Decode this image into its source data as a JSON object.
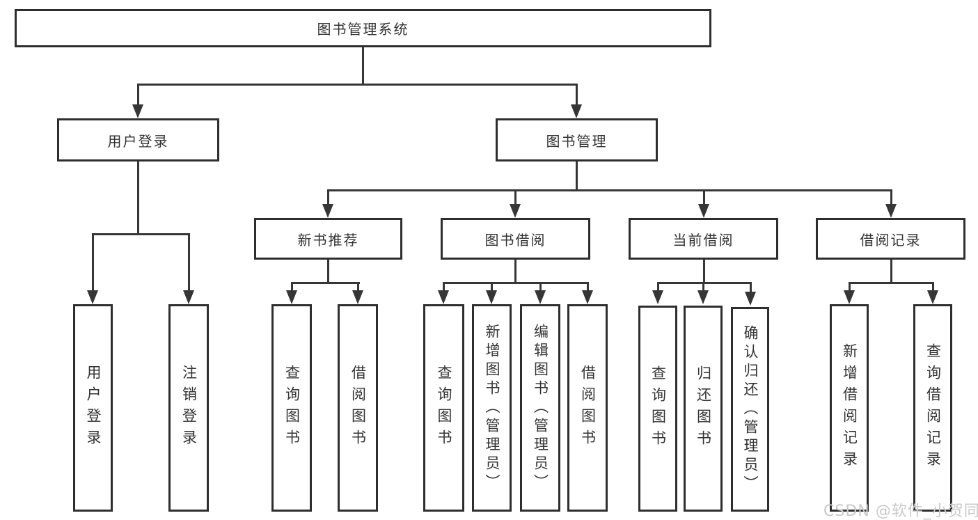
{
  "diagram": {
    "title": "图书管理系统",
    "nodes": {
      "root": {
        "label": "图书管理系统"
      },
      "user_login_branch": {
        "label": "用户登录"
      },
      "book_mgmt_branch": {
        "label": "图书管理"
      },
      "new_books": {
        "label": "新书推荐"
      },
      "book_borrow": {
        "label": "图书借阅"
      },
      "current_borrow": {
        "label": "当前借阅"
      },
      "borrow_records": {
        "label": "借阅记录"
      },
      "leaf_user_login": {
        "label": "用户登录"
      },
      "leaf_logout": {
        "label": "注销登录"
      },
      "leaf_nb_query": {
        "label": "查询图书"
      },
      "leaf_nb_borrow": {
        "label": "借阅图书"
      },
      "leaf_bb_query": {
        "label": "查询图书"
      },
      "leaf_bb_add": {
        "label": "新增图书（管理员）"
      },
      "leaf_bb_edit": {
        "label": "编辑图书（管理员）"
      },
      "leaf_bb_borrow": {
        "label": "借阅图书"
      },
      "leaf_cb_query": {
        "label": "查询图书"
      },
      "leaf_cb_return": {
        "label": "归还图书"
      },
      "leaf_cb_confirm": {
        "label": "确认归还（管理员）"
      },
      "leaf_br_add": {
        "label": "新增借阅记录"
      },
      "leaf_br_query": {
        "label": "查询借阅记录"
      }
    },
    "watermark": "CSDN @软件_小贺同学",
    "colors": {
      "line": "#363636",
      "box_border": "#2e2e2e",
      "text": "#333333",
      "watermark": "#c9c9c9",
      "background": "#ffffff"
    }
  }
}
